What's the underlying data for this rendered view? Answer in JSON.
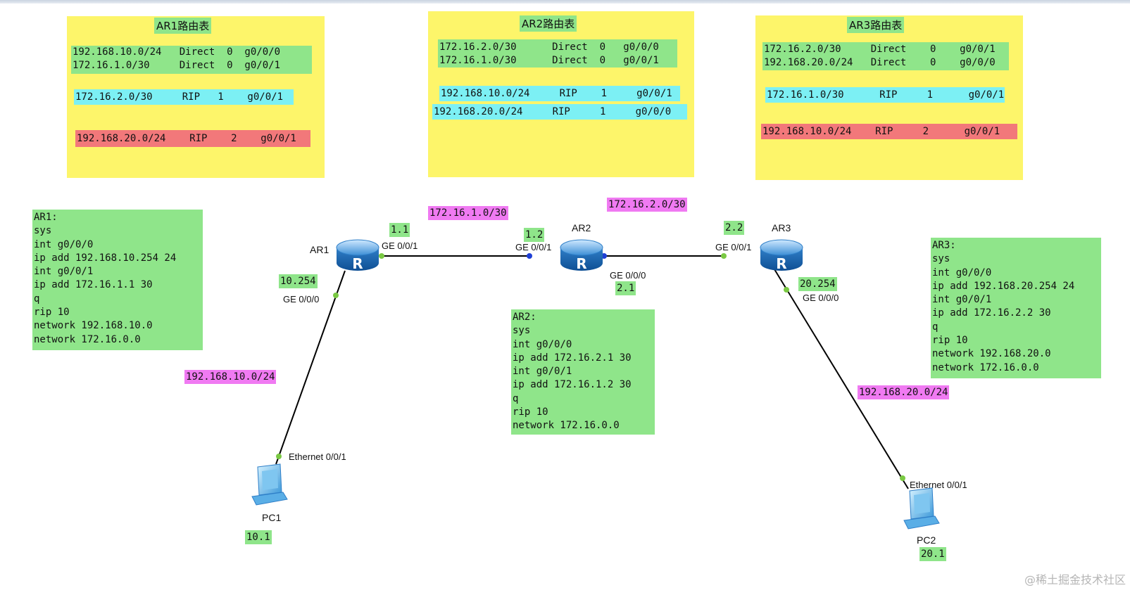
{
  "routing_tables": [
    {
      "title": "AR1路由表",
      "rows": [
        {
          "text": "192.168.10.0/24   Direct  0  g0/0/0",
          "color": "green"
        },
        {
          "text": "172.16.1.0/30     Direct  0  g0/0/1",
          "color": "green"
        },
        {
          "text": "172.16.2.0/30     RIP   1    g0/0/1",
          "color": "cyan"
        },
        {
          "text": "192.168.20.0/24    RIP    2    g0/0/1",
          "color": "red"
        }
      ]
    },
    {
      "title": "AR2路由表",
      "rows": [
        {
          "text": "172.16.2.0/30      Direct  0   g0/0/0",
          "color": "green"
        },
        {
          "text": "172.16.1.0/30      Direct  0   g0/0/1",
          "color": "green"
        },
        {
          "text": "192.168.10.0/24     RIP    1     g0/0/1",
          "color": "cyan"
        },
        {
          "text": "192.168.20.0/24     RIP     1     g0/0/0",
          "color": "cyan"
        }
      ]
    },
    {
      "title": "AR3路由表",
      "rows": [
        {
          "text": "172.16.2.0/30     Direct    0    g0/0/1",
          "color": "green"
        },
        {
          "text": "192.168.20.0/24   Direct    0    g0/0/0",
          "color": "green"
        },
        {
          "text": "172.16.1.0/30      RIP     1      g0/0/1",
          "color": "cyan"
        },
        {
          "text": "192.168.10.0/24    RIP     2      g0/0/1",
          "color": "red"
        }
      ]
    }
  ],
  "configs": {
    "ar1": "AR1:\nsys\nint g0/0/0\nip add 192.168.10.254 24\nint g0/0/1\nip add 172.16.1.1 30\nq\nrip 10\nnetwork 192.168.10.0\nnetwork 172.16.0.0",
    "ar2": "AR2:\nsys\nint g0/0/0\nip add 172.16.2.1 30\nint g0/0/1\nip add 172.16.1.2 30\nq\nrip 10\nnetwork 172.16.0.0",
    "ar3": "AR3:\nsys\nint g0/0/0\nip add 192.168.20.254 24\nint g0/0/1\nip add 172.16.2.2 30\nq\nrip 10\nnetwork 192.168.20.0\nnetwork 172.16.0.0"
  },
  "subnets": {
    "ar1_ar2": "172.16.1.0/30",
    "ar2_ar3": "172.16.2.0/30",
    "lan1": "192.168.10.0/24",
    "lan2": "192.168.20.0/24"
  },
  "addresses": {
    "ar1_g001": "1.1",
    "ar2_g001": "1.2",
    "ar2_g000": "2.1",
    "ar3_g001": "2.2",
    "ar1_g000": "10.254",
    "ar3_g000": "20.254",
    "pc1": "10.1",
    "pc2": "20.1"
  },
  "devices": {
    "ar1": "AR1",
    "ar2": "AR2",
    "ar3": "AR3",
    "pc1": "PC1",
    "pc2": "PC2"
  },
  "ports": {
    "ar1_ge001": "GE 0/0/1",
    "ar1_ge000": "GE 0/0/0",
    "ar2_ge001": "GE 0/0/1",
    "ar2_ge000": "GE 0/0/0",
    "ar3_ge001": "GE 0/0/1",
    "ar3_ge000": "GE 0/0/0",
    "pc1_eth": "Ethernet 0/0/1",
    "pc2_eth": "Ethernet 0/0/1"
  },
  "watermark": "@稀土掘金技术社区",
  "colors": {
    "yellow": "#fdf56a",
    "green": "#8fe58a",
    "cyan": "#7cf0f4",
    "red": "#f2787a",
    "pink": "#f07af2",
    "port_green": "#7ac943",
    "port_blue": "#1f3fd6"
  }
}
